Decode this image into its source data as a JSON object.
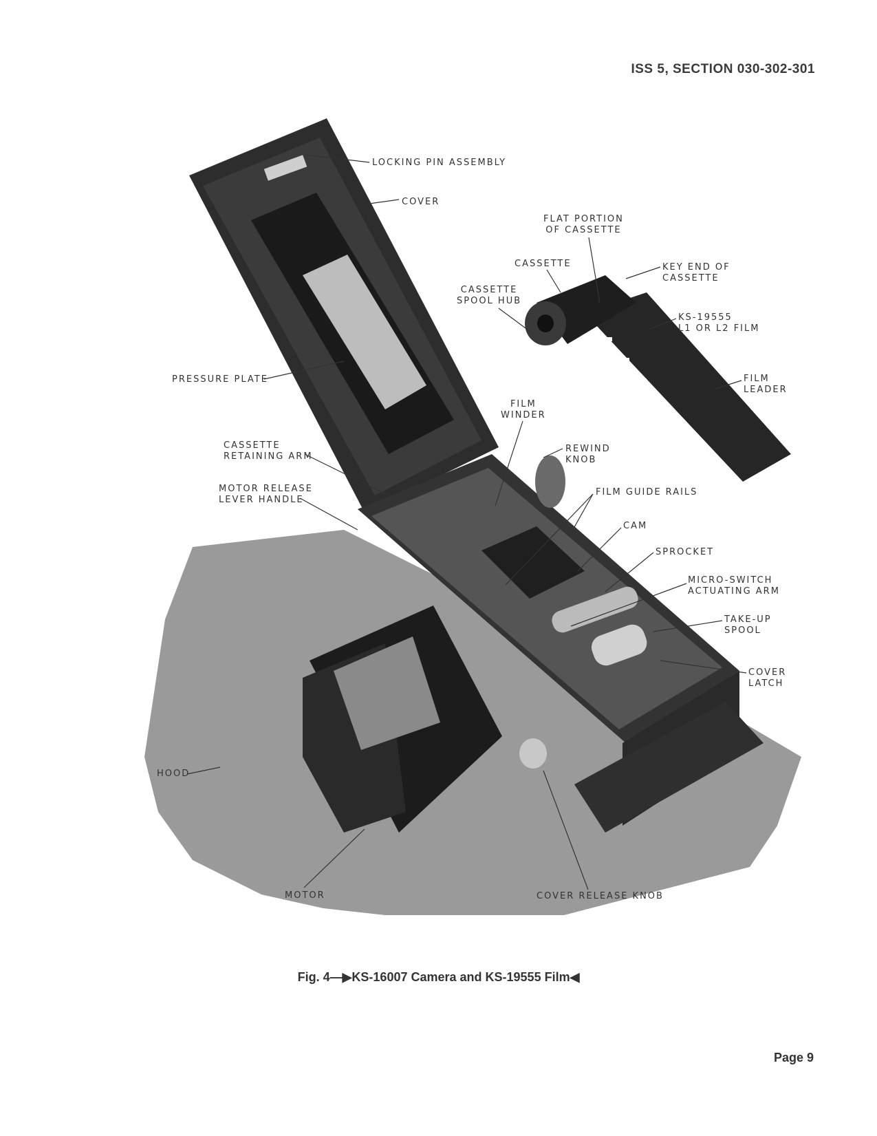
{
  "header": "ISS 5, SECTION 030-302-301",
  "caption": "Fig. 4—▶KS-16007 Camera and KS-19555 Film◀",
  "page_number": "Page 9",
  "labels": {
    "locking_pin": "LOCKING PIN ASSEMBLY",
    "cover": "COVER",
    "flat_portion": [
      "FLAT PORTION",
      "OF CASSETTE"
    ],
    "cassette": "CASSETTE",
    "key_end": [
      "KEY END OF",
      "CASSETTE"
    ],
    "spool_hub": [
      "CASSETTE",
      "SPOOL HUB"
    ],
    "film": [
      "KS-19555",
      "L1 OR L2 FILM"
    ],
    "film_leader": [
      "FILM",
      "LEADER"
    ],
    "pressure_plate": "PRESSURE PLATE",
    "film_winder": [
      "FILM",
      "WINDER"
    ],
    "rewind_knob": [
      "REWIND",
      "KNOB"
    ],
    "retaining_arm": [
      "CASSETTE",
      "RETAINING ARM"
    ],
    "motor_release": [
      "MOTOR RELEASE",
      "LEVER HANDLE"
    ],
    "film_guide_rails": "FILM GUIDE RAILS",
    "cam": "CAM",
    "sprocket": "SPROCKET",
    "micro_switch": [
      "MICRO-SWITCH",
      "ACTUATING ARM"
    ],
    "take_up": [
      "TAKE-UP",
      "SPOOL"
    ],
    "cover_latch": [
      "COVER",
      "LATCH"
    ],
    "hood": "HOOD",
    "motor": "MOTOR",
    "cover_release": "COVER RELEASE KNOB"
  }
}
